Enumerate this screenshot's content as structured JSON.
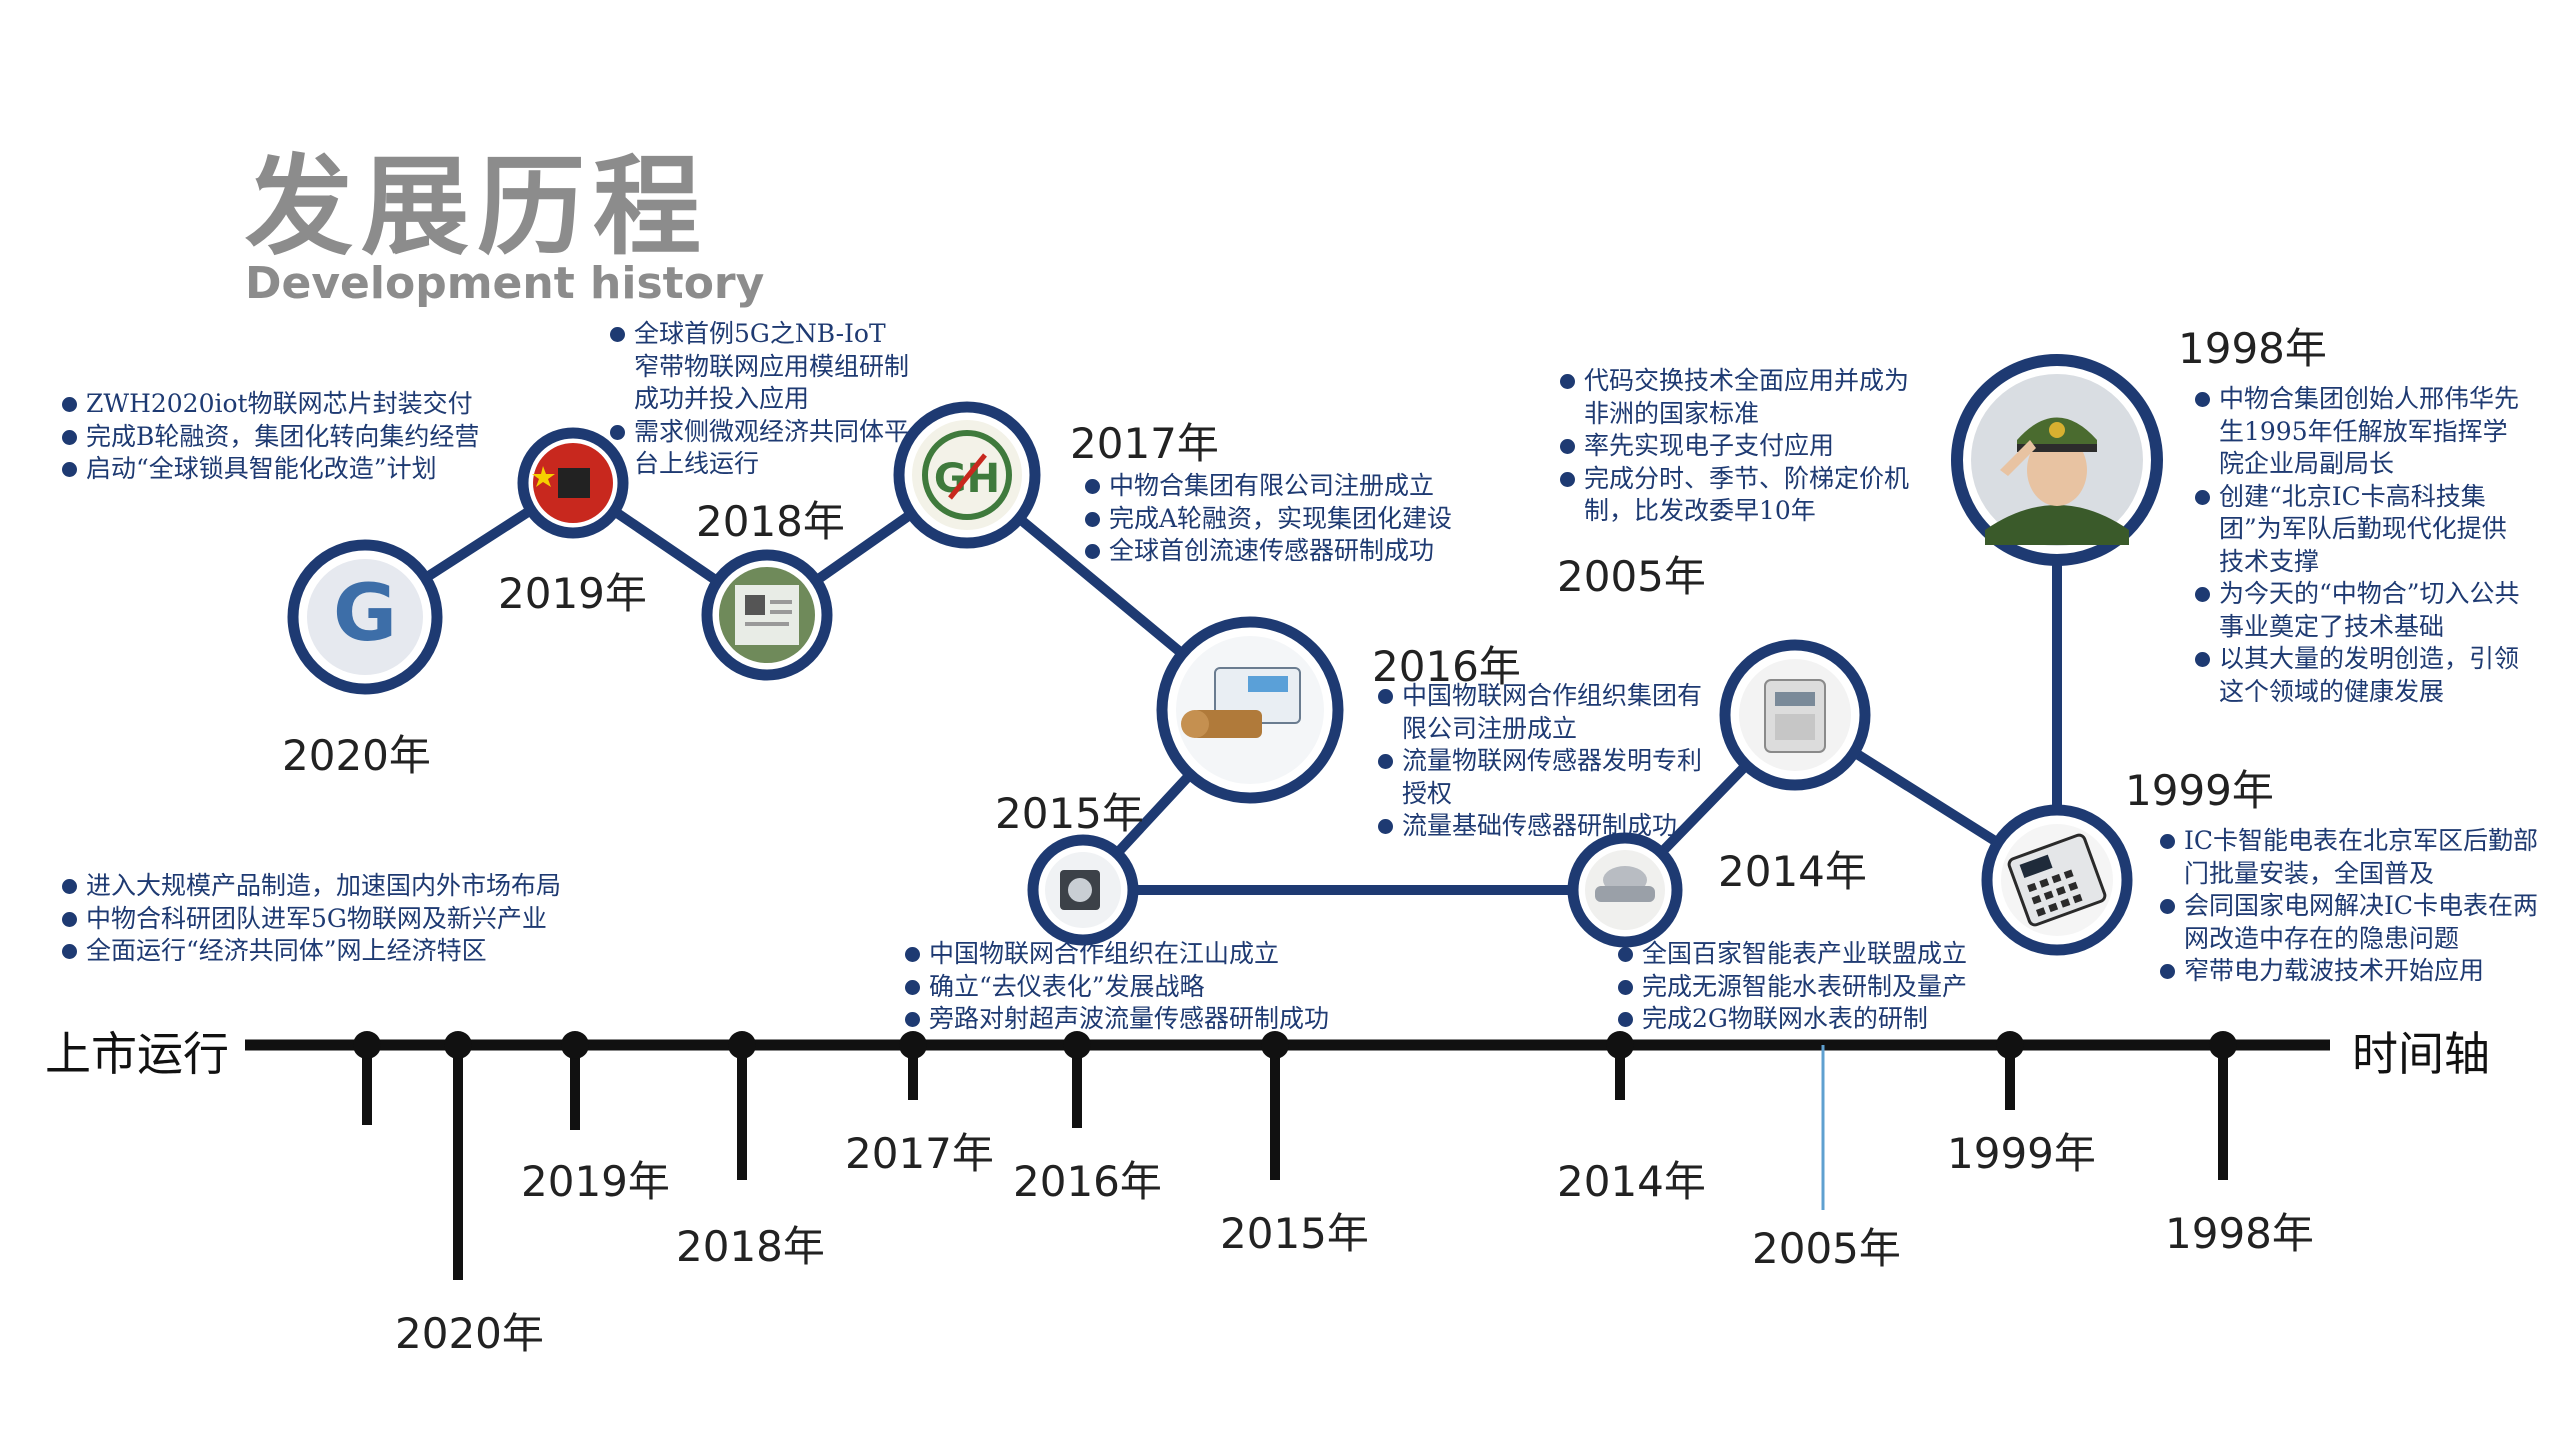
{
  "title": {
    "cn": "发展历程",
    "en": "Development history"
  },
  "axis": {
    "left_label": "上市运行",
    "right_label": "时间轴"
  },
  "colors": {
    "path": "#1e3a72",
    "text": "#1e3a72",
    "axis": "#111111",
    "title": "#8c8c8c"
  },
  "nodes": [
    {
      "id": "2020",
      "year": "2020年",
      "icon": "g-logo-icon"
    },
    {
      "id": "2019",
      "year": "2019年",
      "icon": "chip-with-flag-icon"
    },
    {
      "id": "2018",
      "year": "2018年",
      "icon": "nb-iot-module-icon"
    },
    {
      "id": "2017",
      "year": "2017年",
      "icon": "company-emblem-icon"
    },
    {
      "id": "2016",
      "year": "2016年",
      "icon": "flow-sensor-device-icon"
    },
    {
      "id": "2015",
      "year": "2015年",
      "icon": "ultrasonic-sensor-icon"
    },
    {
      "id": "2014",
      "year": "2014年",
      "icon": "smart-water-meter-icon"
    },
    {
      "id": "2005",
      "year": "",
      "icon": "gas-meter-icon"
    },
    {
      "id": "1999",
      "year": "1999年",
      "icon": "ic-card-meter-icon"
    },
    {
      "id": "1998",
      "year": "1998年",
      "icon": "founder-portrait-icon"
    }
  ],
  "node_2005_year": "2005年",
  "notes": {
    "2020_top": [
      "ZWH2020iot物联网芯片封装交付",
      "完成B轮融资，集团化转向集约经营",
      "启动“全球锁具智能化改造”计划"
    ],
    "2020_bottom": [
      "进入大规模产品制造，加速国内外市场布局",
      "中物合科研团队进军5G物联网及新兴产业",
      "全面运行“经济共同体”网上经济特区"
    ],
    "2018": [
      "全球首例5G之NB-IoT窄带物联网应用模组研制成功并投入应用",
      "需求侧微观经济共同体平台上线运行"
    ],
    "2017": [
      "中物合集团有限公司注册成立",
      "完成A轮融资，实现集团化建设",
      "全球首创流速传感器研制成功"
    ],
    "2016": [
      "中国物联网合作组织集团有限公司注册成立",
      "流量物联网传感器发明专利授权",
      "流量基础传感器研制成功"
    ],
    "2015": [
      "中国物联网合作组织在江山成立",
      "确立“去仪表化”发展战略",
      "旁路对射超声波流量传感器研制成功"
    ],
    "2014": [
      "全国百家智能表产业联盟成立",
      "完成无源智能水表研制及量产",
      "完成2G物联网水表的研制"
    ],
    "2005": [
      "代码交换技术全面应用并成为非洲的国家标准",
      "率先实现电子支付应用",
      "完成分时、季节、阶梯定价机制，比发改委早10年"
    ],
    "1999": [
      "IC卡智能电表在北京军区后勤部门批量安装，全国普及",
      "会同国家电网解决IC卡电表在两网改造中存在的隐患问题",
      "窄带电力载波技术开始应用"
    ],
    "1998": [
      "中物合集团创始人邢伟华先生1995年任解放军指挥学院企业局副局长",
      "创建“北京IC卡高科技集团”为军队后勤现代化提供技术支撑",
      "为今天的“中物合”切入公共事业奠定了技术基础",
      "以其大量的发明创造，引领这个领域的健康发展"
    ]
  },
  "timeline_ticks": [
    "2020年",
    "2019年",
    "2018年",
    "2017年",
    "2016年",
    "2015年",
    "2014年",
    "2005年",
    "1999年",
    "1998年"
  ]
}
